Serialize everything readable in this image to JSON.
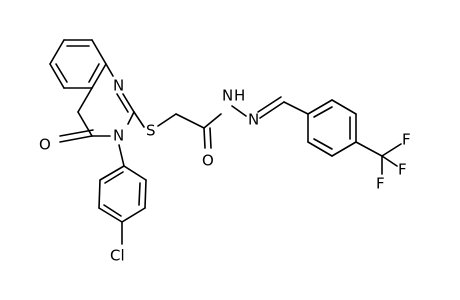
{
  "atoms": {
    "n1": "N",
    "n3": "N",
    "o_ring": "O",
    "s": "S",
    "o_amide": "O",
    "nh": "N",
    "h": "H",
    "n_im": "N",
    "cl": "Cl",
    "f1": "F",
    "f2": "F",
    "f3": "F"
  }
}
